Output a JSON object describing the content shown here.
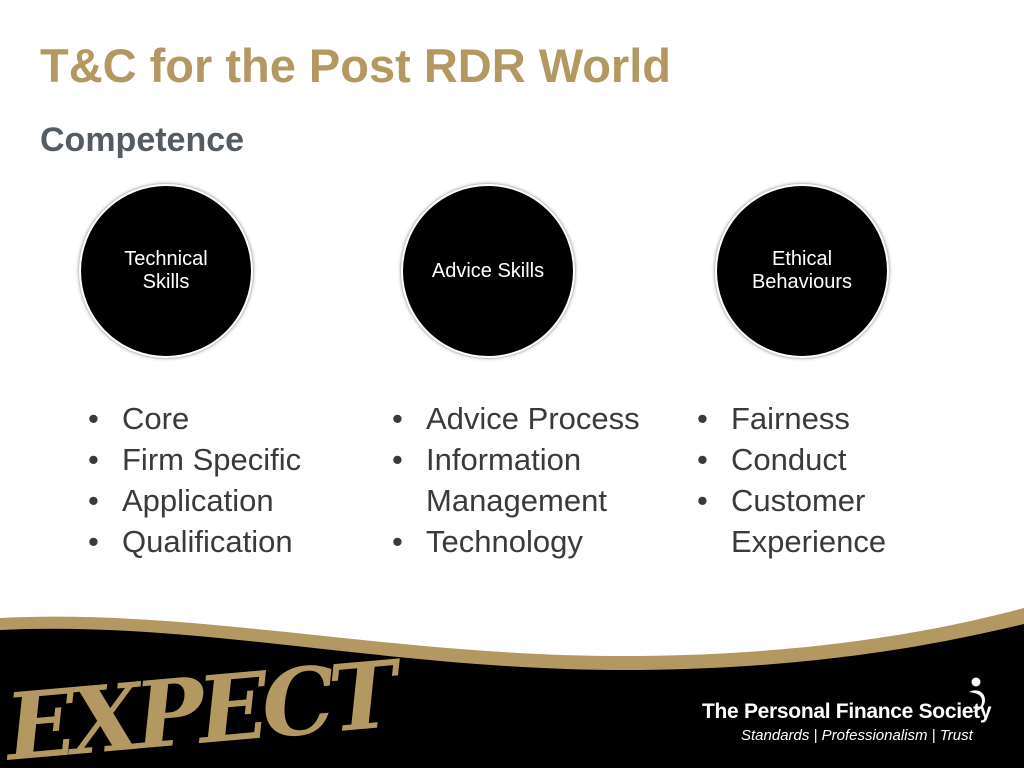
{
  "slide": {
    "title": "T&C for the Post RDR World",
    "subtitle": "Competence"
  },
  "circles": [
    {
      "label": "Technical Skills"
    },
    {
      "label": "Advice Skills"
    },
    {
      "label": "Ethical Behaviours"
    }
  ],
  "lists": [
    [
      "Core",
      "Firm Specific",
      "Application",
      "Qualification"
    ],
    [
      "Advice Process",
      "Information Management",
      "Technology"
    ],
    [
      "Fairness",
      "Conduct",
      "Customer Experience"
    ]
  ],
  "footer": {
    "logo_text": "EXPECT",
    "society_name": "The Personal Finance Society",
    "tagline": "Standards | Professionalism | Trust"
  },
  "colors": {
    "title": "#b39961",
    "subtitle": "#555b63",
    "gold_band": "#b39961",
    "footer_bg": "#000000"
  }
}
